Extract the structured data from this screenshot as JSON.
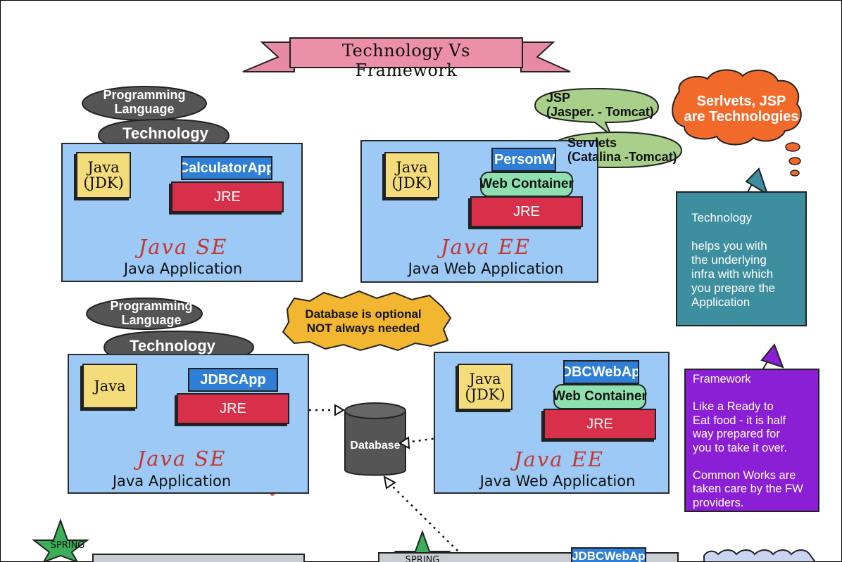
{
  "banner": {
    "title": "Technology Vs Framework"
  },
  "top_left": {
    "bubble_language": "Programming\nLanguage",
    "bubble_technology": "Technology",
    "java_box": "Java\n(JDK)",
    "app": "CalculatorApp",
    "jre": "JRE",
    "title": "Java SE",
    "subtitle": "Java Application"
  },
  "top_mid": {
    "java_box": "Java\n(JDK)",
    "app": "PersonWeb",
    "container": "Web Container",
    "jre": "JRE",
    "title": "Java EE",
    "subtitle": "Java Web Application",
    "bubble_jsp": "JSP\n(Jasper. - Tomcat)",
    "bubble_servlets": "Servlets\n(Catalina -Tomcat)"
  },
  "cloud": {
    "text": "Serlvets, JSP\nare Technologies"
  },
  "note_technology": {
    "text": "Technology\n\nhelps you with\nthe underlying\ninfra with which\nyou prepare the\nApplication",
    "color": "#3d8fa0"
  },
  "bottom_left": {
    "bubble_language": "Programming\nLanguage",
    "bubble_technology": "Technology",
    "java_box": "Java",
    "app": "JDBCApp",
    "jre": "JRE",
    "title": "Java SE",
    "subtitle": "Java Application"
  },
  "db_note": {
    "text": "Database is optional\nNOT always needed"
  },
  "database": {
    "label": "Database"
  },
  "bottom_mid": {
    "java_box": "Java\n(JDK)",
    "app": "JDBCWebApp",
    "container": "Web Container",
    "jre": "JRE",
    "title": "Java EE",
    "subtitle": "Java Web Application"
  },
  "note_framework": {
    "text": "Framework\n\nLike a Ready to\nEat food - it is half\nway prepared for\nyou to take it over.\n\nCommon Works are\ntaken care by the FW\nproviders.",
    "color": "#8a1fd6"
  },
  "footer": {
    "spring_left": "SPRING",
    "spring_mid": "SPRING",
    "partial_app": "JDBCWebApp"
  },
  "colors": {
    "panel": "#9cc9f5",
    "jre": "#d8304a",
    "app": "#2f7fd6",
    "container": "#8fe0b0",
    "java": "#f5dc7a",
    "banner": "#e98aa4",
    "cloud": "#f26a2a",
    "db_note": "#f2b630",
    "bubble_dark": "#555555",
    "bubble_green": "#a8d08a",
    "star": "#3aae58"
  }
}
